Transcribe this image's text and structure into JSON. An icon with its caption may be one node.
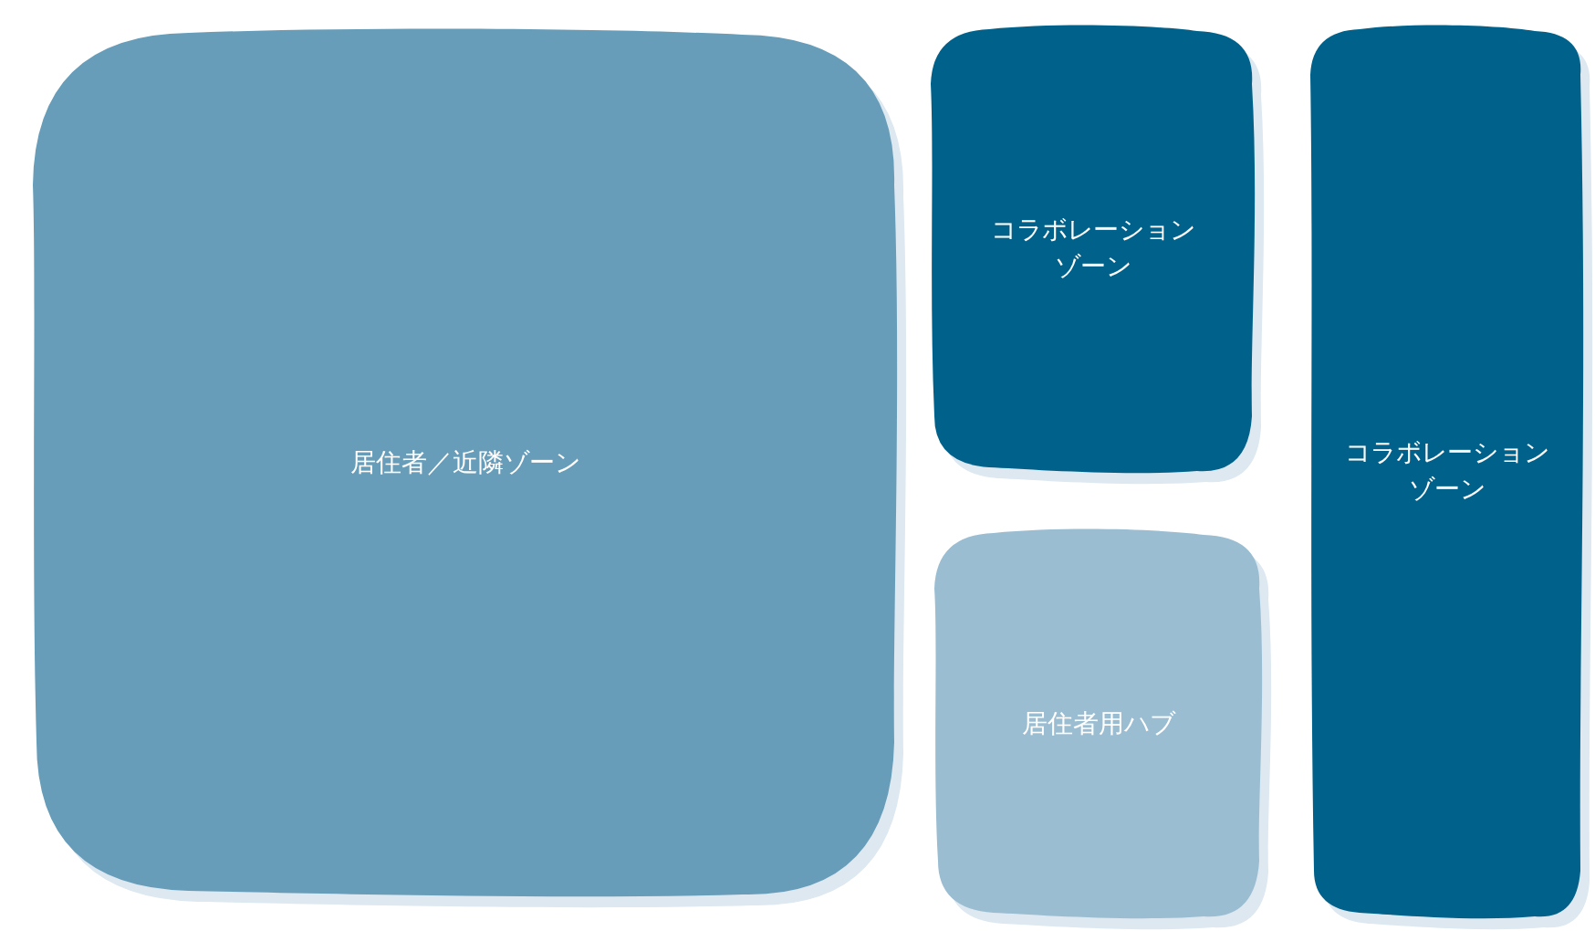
{
  "diagram": {
    "nodes": [
      {
        "text": [
          "居住者／近隣ゾーン"
        ]
      },
      {
        "text": [
          "コラボレーションゾーン"
        ]
      },
      {
        "text": [
          "居住者用ハブ"
        ]
      },
      {
        "text": [
          "コラボレーションゾーン"
        ]
      }
    ]
  }
}
